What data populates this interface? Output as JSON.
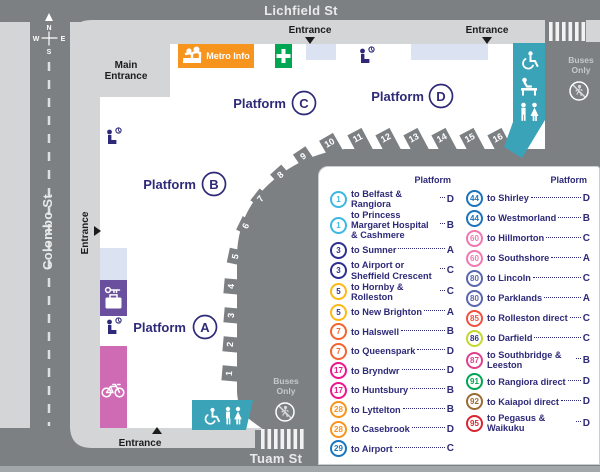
{
  "map": {
    "streets": {
      "top": "Lichfield St",
      "left": "Colombo St",
      "bottom": "Tuam St"
    },
    "compass": {
      "n": "N",
      "s": "S",
      "e": "E",
      "w": "W"
    },
    "labels": {
      "main_entrance_line1": "Main",
      "main_entrance_line2": "Entrance",
      "entrance": "Entrance",
      "buses_only_line1": "Buses",
      "buses_only_line2": "Only",
      "metro_info": "Metro Info",
      "platform": "Platform"
    },
    "platforms": {
      "a": "A",
      "b": "B",
      "c": "C",
      "d": "D"
    },
    "bays": [
      "1",
      "2",
      "3",
      "4",
      "5",
      "6",
      "7",
      "8",
      "9",
      "10",
      "11",
      "12",
      "13",
      "14",
      "15",
      "16"
    ]
  },
  "legend": {
    "header": "Platform",
    "columns": {
      "left": [
        {
          "num": "1",
          "label": "to Belfast & Rangiora",
          "platform": "D",
          "color": "#3db7e4",
          "num_color": "#3db7e4"
        },
        {
          "num": "1",
          "label": "to Princess Margaret Hospital & Cashmere",
          "platform": "B",
          "color": "#3db7e4",
          "num_color": "#3db7e4"
        },
        {
          "num": "3",
          "label": "to Sumner",
          "platform": "A",
          "color": "#2e3192",
          "num_color": "#2e3192"
        },
        {
          "num": "3",
          "label": "to Airport or Sheffield Crescent",
          "platform": "C",
          "color": "#2e3192",
          "num_color": "#2e3192"
        },
        {
          "num": "5",
          "label": "to Hornby & Rolleston",
          "platform": "C",
          "color": "#fdb917",
          "num_color": "#2e3192"
        },
        {
          "num": "5",
          "label": "to New Brighton",
          "platform": "A",
          "color": "#fdb917",
          "num_color": "#2e3192"
        },
        {
          "num": "7",
          "label": "to Halswell",
          "platform": "B",
          "color": "#f26430",
          "num_color": "#f26430"
        },
        {
          "num": "7",
          "label": "to Queenspark",
          "platform": "D",
          "color": "#f26430",
          "num_color": "#f26430"
        },
        {
          "num": "17",
          "label": "to Bryndwr",
          "platform": "D",
          "color": "#ec168f",
          "num_color": "#ec168f"
        },
        {
          "num": "17",
          "label": "to Huntsbury",
          "platform": "B",
          "color": "#ec168f",
          "num_color": "#ec168f"
        },
        {
          "num": "28",
          "label": "to Lyttelton",
          "platform": "B",
          "color": "#f7941e",
          "num_color": "#f7941e"
        },
        {
          "num": "28",
          "label": "to Casebrook",
          "platform": "D",
          "color": "#f7941e",
          "num_color": "#f7941e"
        },
        {
          "num": "29",
          "label": "to Airport",
          "platform": "C",
          "color": "#1c75bc",
          "num_color": "#1c75bc"
        }
      ],
      "right": [
        {
          "num": "44",
          "label": "to Shirley",
          "platform": "D",
          "color": "#1c75bc",
          "num_color": "#1c75bc"
        },
        {
          "num": "44",
          "label": "to Westmorland",
          "platform": "B",
          "color": "#1c75bc",
          "num_color": "#1c75bc"
        },
        {
          "num": "60",
          "label": "to Hillmorton",
          "platform": "C",
          "color": "#f277af",
          "num_color": "#f277af"
        },
        {
          "num": "60",
          "label": "to Southshore",
          "platform": "A",
          "color": "#f277af",
          "num_color": "#f277af"
        },
        {
          "num": "80",
          "label": "to Lincoln",
          "platform": "C",
          "color": "#5b67ae",
          "num_color": "#5b67ae"
        },
        {
          "num": "80",
          "label": "to Parklands",
          "platform": "A",
          "color": "#5b67ae",
          "num_color": "#5b67ae"
        },
        {
          "num": "85",
          "label": "to Rolleston direct",
          "platform": "C",
          "color": "#f0523d",
          "num_color": "#f0523d"
        },
        {
          "num": "86",
          "label": "to Darfield",
          "platform": "C",
          "color": "#c3d82e",
          "num_color": "#2e3192"
        },
        {
          "num": "87",
          "label": "to Southbridge & Leeston",
          "platform": "B",
          "color": "#e0418f",
          "num_color": "#e0418f"
        },
        {
          "num": "91",
          "label": "to Rangiora direct",
          "platform": "D",
          "color": "#00a551",
          "num_color": "#00a551"
        },
        {
          "num": "92",
          "label": "to Kaiapoi direct",
          "platform": "D",
          "color": "#9c6b34",
          "num_color": "#9c6b34"
        },
        {
          "num": "95",
          "label": "to Pegasus & Waikuku",
          "platform": "D",
          "color": "#d92632",
          "num_color": "#d92632"
        }
      ]
    }
  },
  "colors": {
    "road": "#7c8083",
    "sidewalk": "#d3d5d6",
    "building": "#ffffff",
    "pale_blue": "#dbe2f1",
    "teal": "#3aa3b8",
    "orange": "#f7941e",
    "green": "#00a651",
    "purple": "#6a4f9e",
    "pink": "#cf6bb5",
    "navy_text": "#2e2a78",
    "street_text": "#e9ebeb"
  }
}
